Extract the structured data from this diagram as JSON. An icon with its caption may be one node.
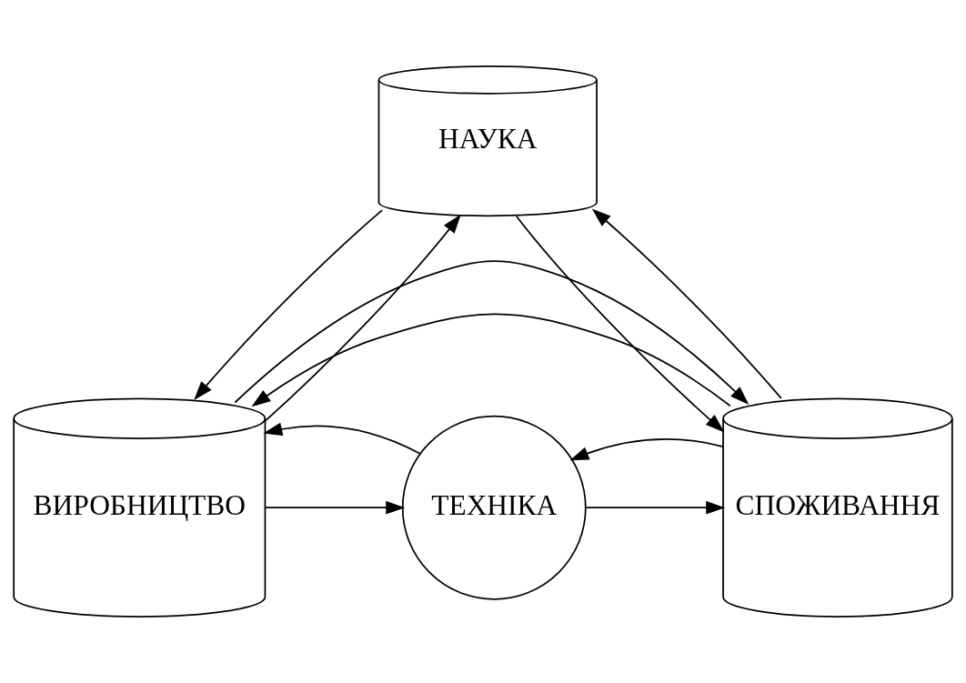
{
  "diagram": {
    "nodes": [
      {
        "text": [
          "НАУКА"
        ]
      },
      {
        "text": [
          "ВИРОБНИЦТВО"
        ]
      },
      {
        "text": [
          "ТЕХНІКА"
        ]
      },
      {
        "text": [
          "СПОЖИВАННЯ"
        ]
      }
    ],
    "edges": [
      {
        "from": 1,
        "to": 0,
        "arrow": "to"
      },
      {
        "from": 0,
        "to": 1,
        "arrow": "to"
      },
      {
        "from": 0,
        "to": 3,
        "arrow": "to"
      },
      {
        "from": 3,
        "to": 0,
        "arrow": "to"
      },
      {
        "from": 1,
        "to": 2,
        "arrow": "to"
      },
      {
        "from": 2,
        "to": 1,
        "arrow": "to"
      },
      {
        "from": 2,
        "to": 3,
        "arrow": "to"
      },
      {
        "from": 3,
        "to": 2,
        "arrow": "to"
      },
      {
        "from": 3,
        "to": 1,
        "arrow": "to"
      },
      {
        "from": 1,
        "to": 3,
        "arrow": "to"
      }
    ]
  }
}
